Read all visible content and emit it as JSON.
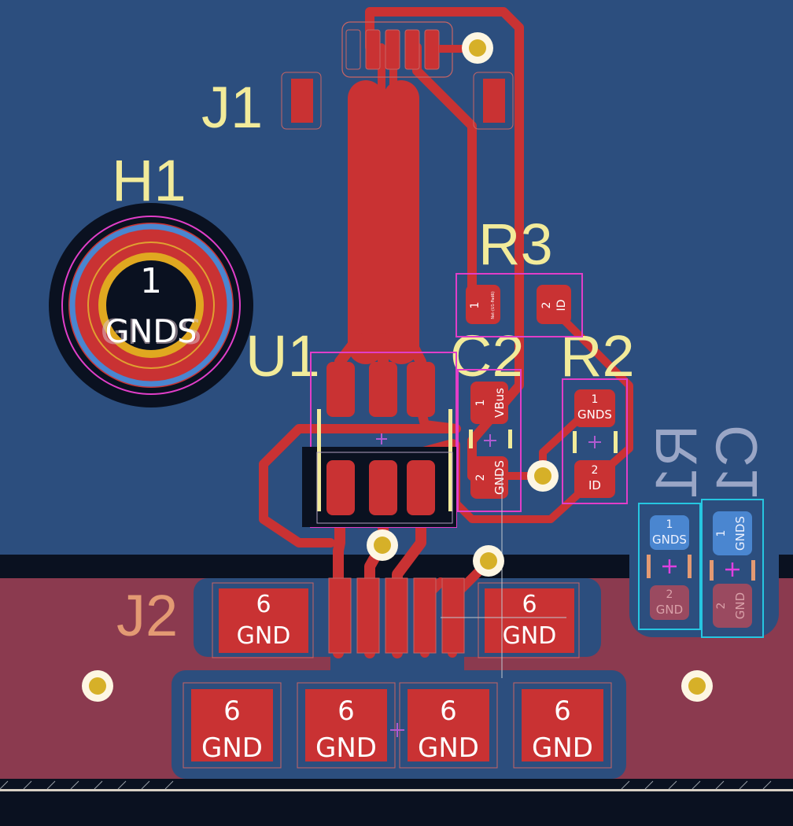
{
  "board": {
    "colors": {
      "bg_dark": "#0a1120",
      "back_copper_fill": "#2c4e7e",
      "front_copper": "#c93233",
      "front_zone": "#8b3a4f",
      "silkscreen_front": "#f2eb9a",
      "silkscreen_back": "#e39a73",
      "courtyard": "#e13ec8",
      "back_courtyard": "#26c6e0",
      "via_ring": "#fdf6e3",
      "via_hole": "#d6b028",
      "back_pad": "#4a86d0"
    }
  },
  "refs": {
    "j1": "J1",
    "h1": "H1",
    "r3": "R3",
    "u1": "U1",
    "c2": "C2",
    "r2": "R2",
    "j2": "J2",
    "r1": "R1",
    "c1": "C1"
  },
  "pads": {
    "h1_num": "1",
    "h1_net": "GNDS",
    "h1_ghost": "GNDS",
    "r3_1_num": "1",
    "r3_1_net": "Net-(U1-Pad6)",
    "r3_2_num": "2",
    "r3_2_net": "ID",
    "c2_1_num": "1",
    "c2_1_net": "VBus",
    "c2_2_num": "2",
    "c2_2_net": "GNDS",
    "r2_1_num": "1",
    "r2_1_net": "GNDS",
    "r2_2_num": "2",
    "r2_2_net": "ID",
    "r1_1_num": "1",
    "r1_1_net": "GNDS",
    "r1_2_num": "2",
    "r1_2_net": "GND",
    "c1_1_num": "1",
    "c1_1_net": "GNDS",
    "c1_2_num": "2",
    "c1_2_net": "GND",
    "j2_num": "6",
    "j2_net": "GND"
  }
}
